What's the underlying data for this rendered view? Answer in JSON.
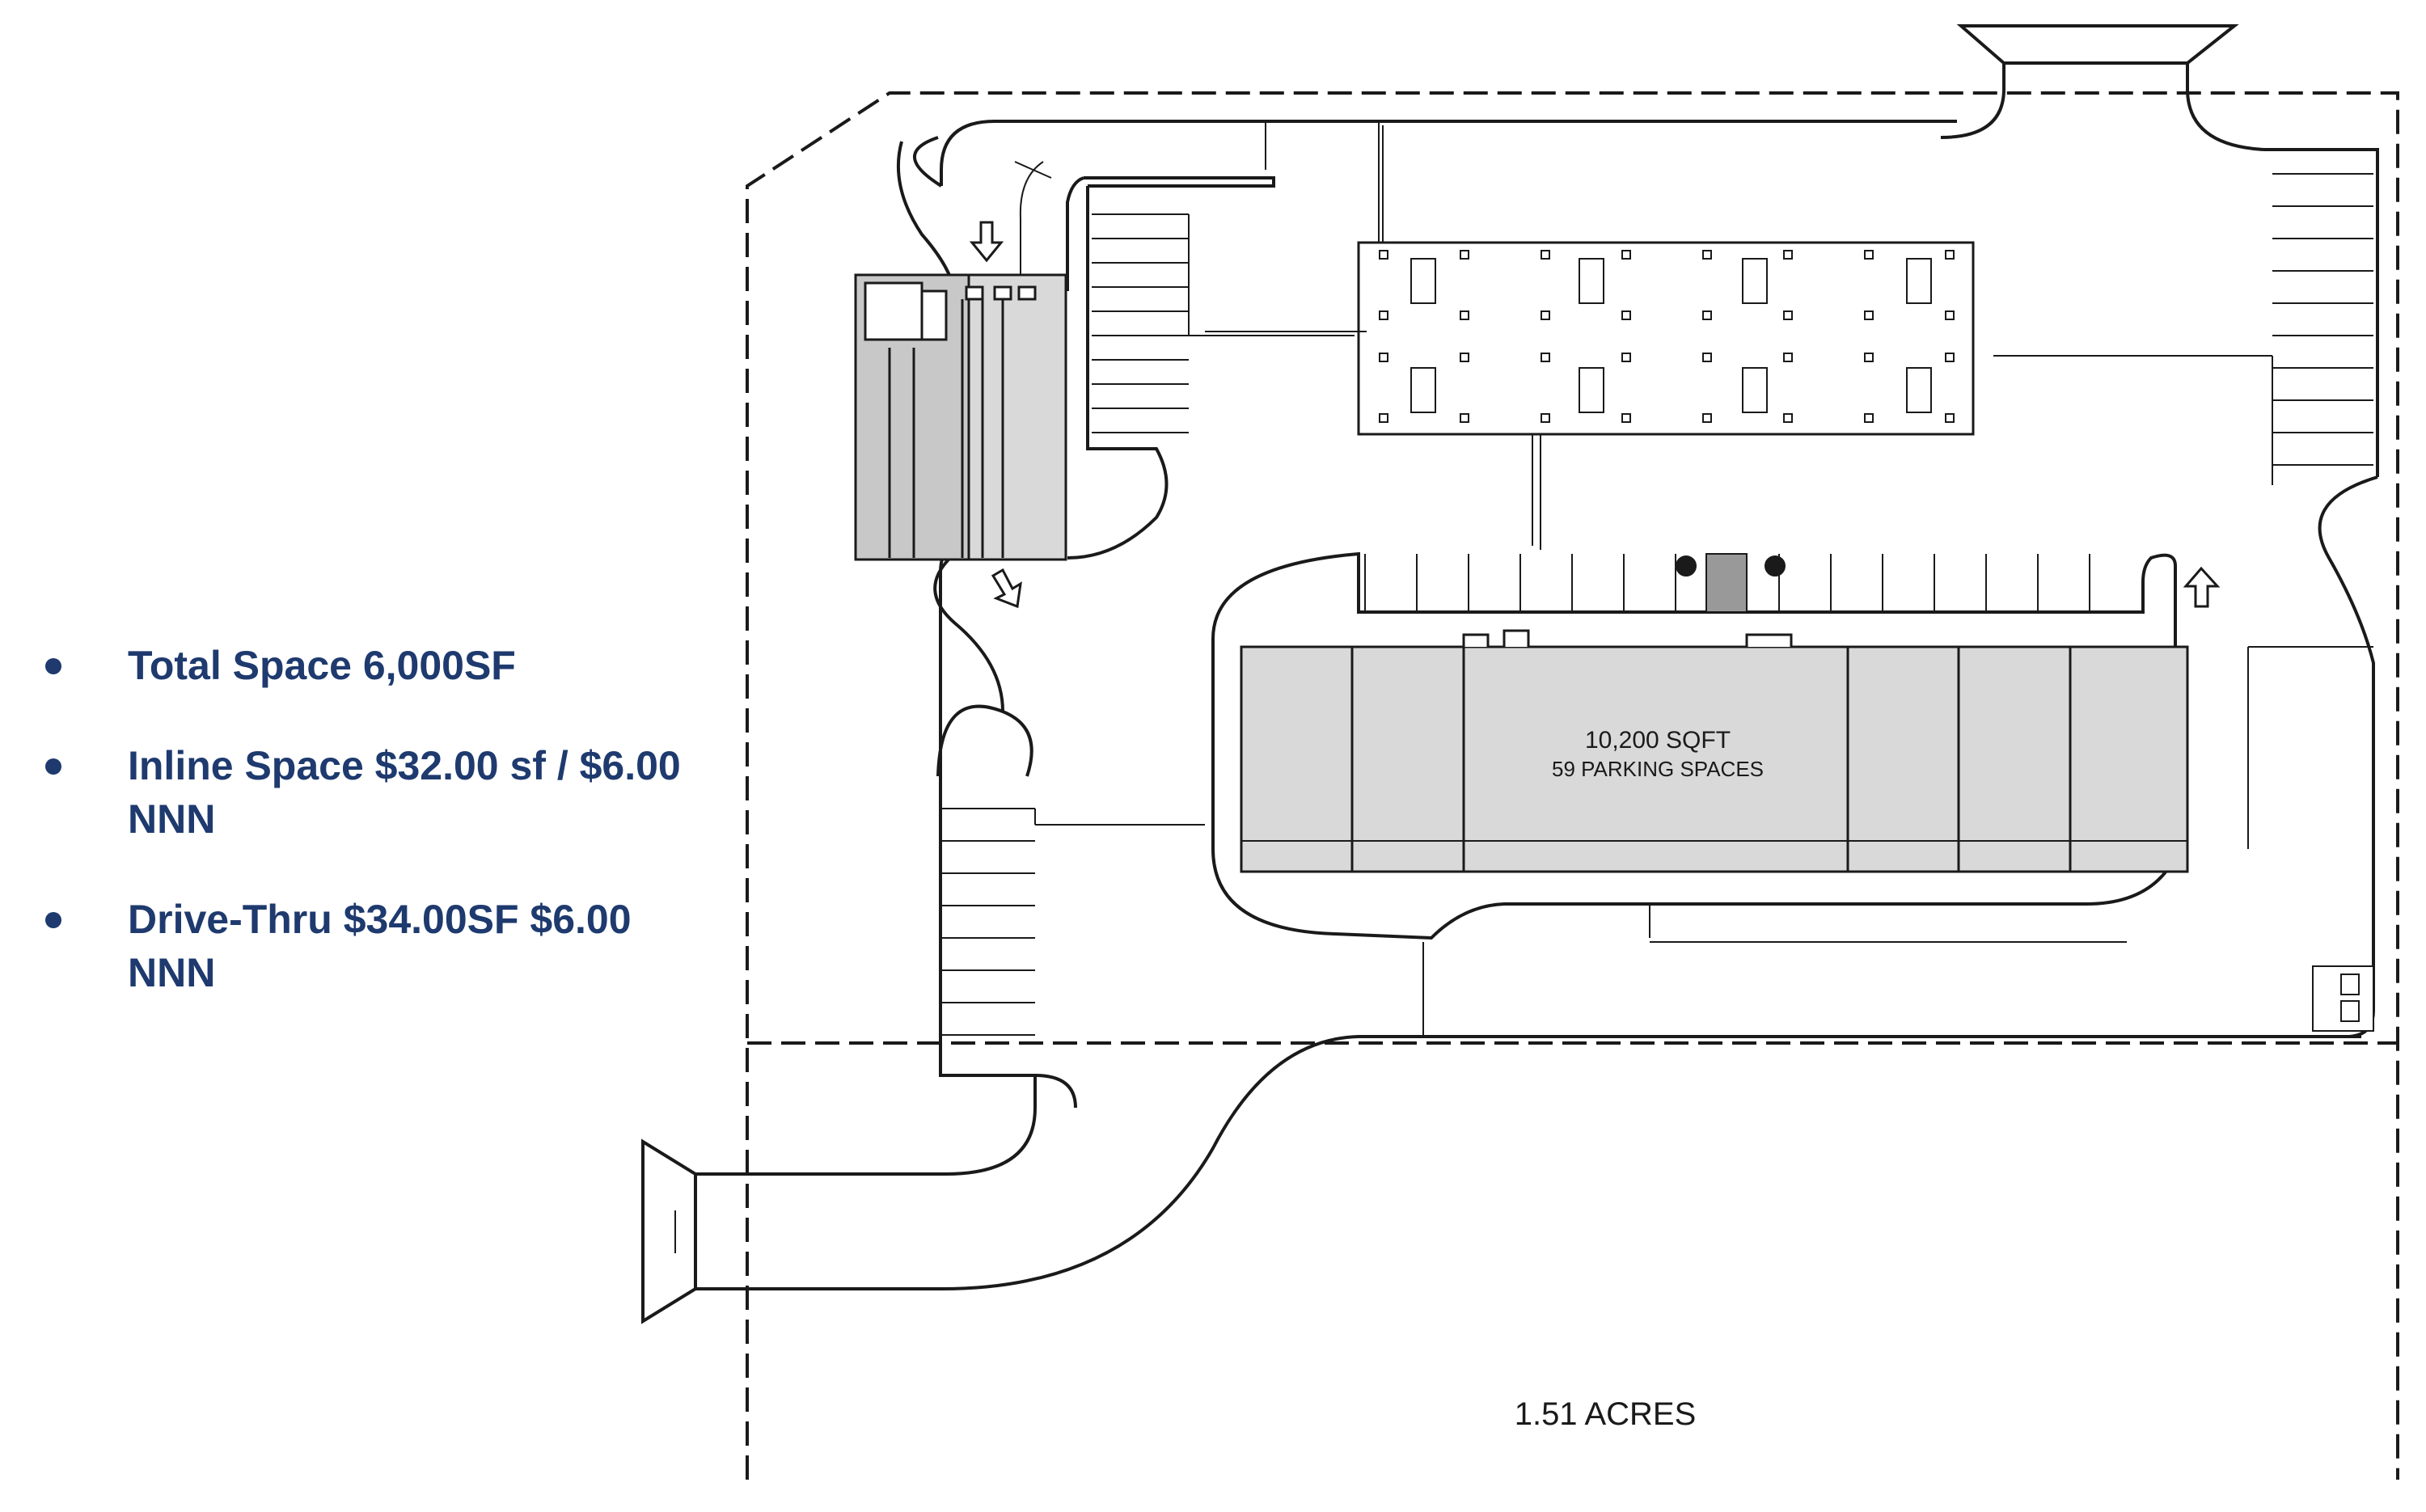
{
  "bullets": [
    {
      "text": "Total Space 6,000SF"
    },
    {
      "text": "Inline Space $32.00 sf / $6.00 NNN"
    },
    {
      "text": "Drive-Thru $34.00SF $6.00 NNN"
    }
  ],
  "site_plan": {
    "building_area": "10,200 SQFT",
    "parking_spaces": "59 PARKING SPACES",
    "acreage": "1.51 ACRES"
  }
}
